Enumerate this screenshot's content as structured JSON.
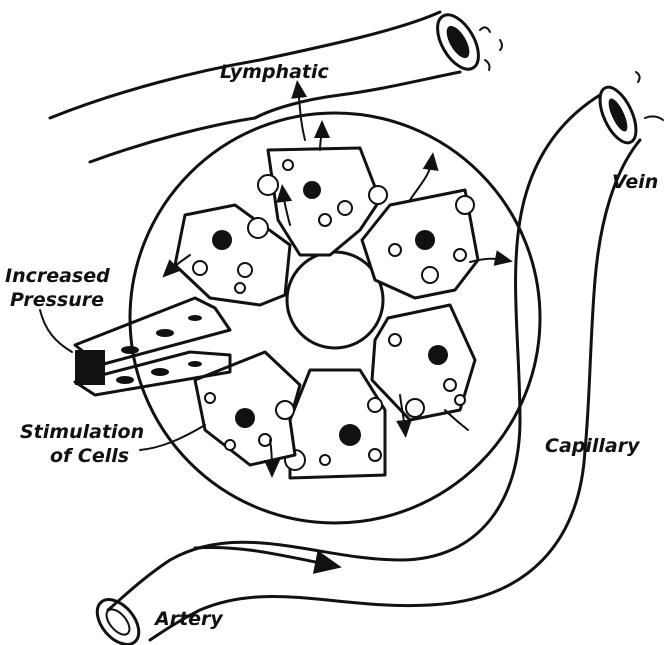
{
  "labels": {
    "lymphatic": "Lymphatic",
    "vein": "Vein",
    "increased_pressure_1": "Increased",
    "increased_pressure_2": "Pressure",
    "stimulation_1": "Stimulation",
    "stimulation_2": "of Cells",
    "capillary": "Capillary",
    "artery": "Artery"
  },
  "colors": {
    "ink": "#111111",
    "paper": "#ffffff"
  }
}
